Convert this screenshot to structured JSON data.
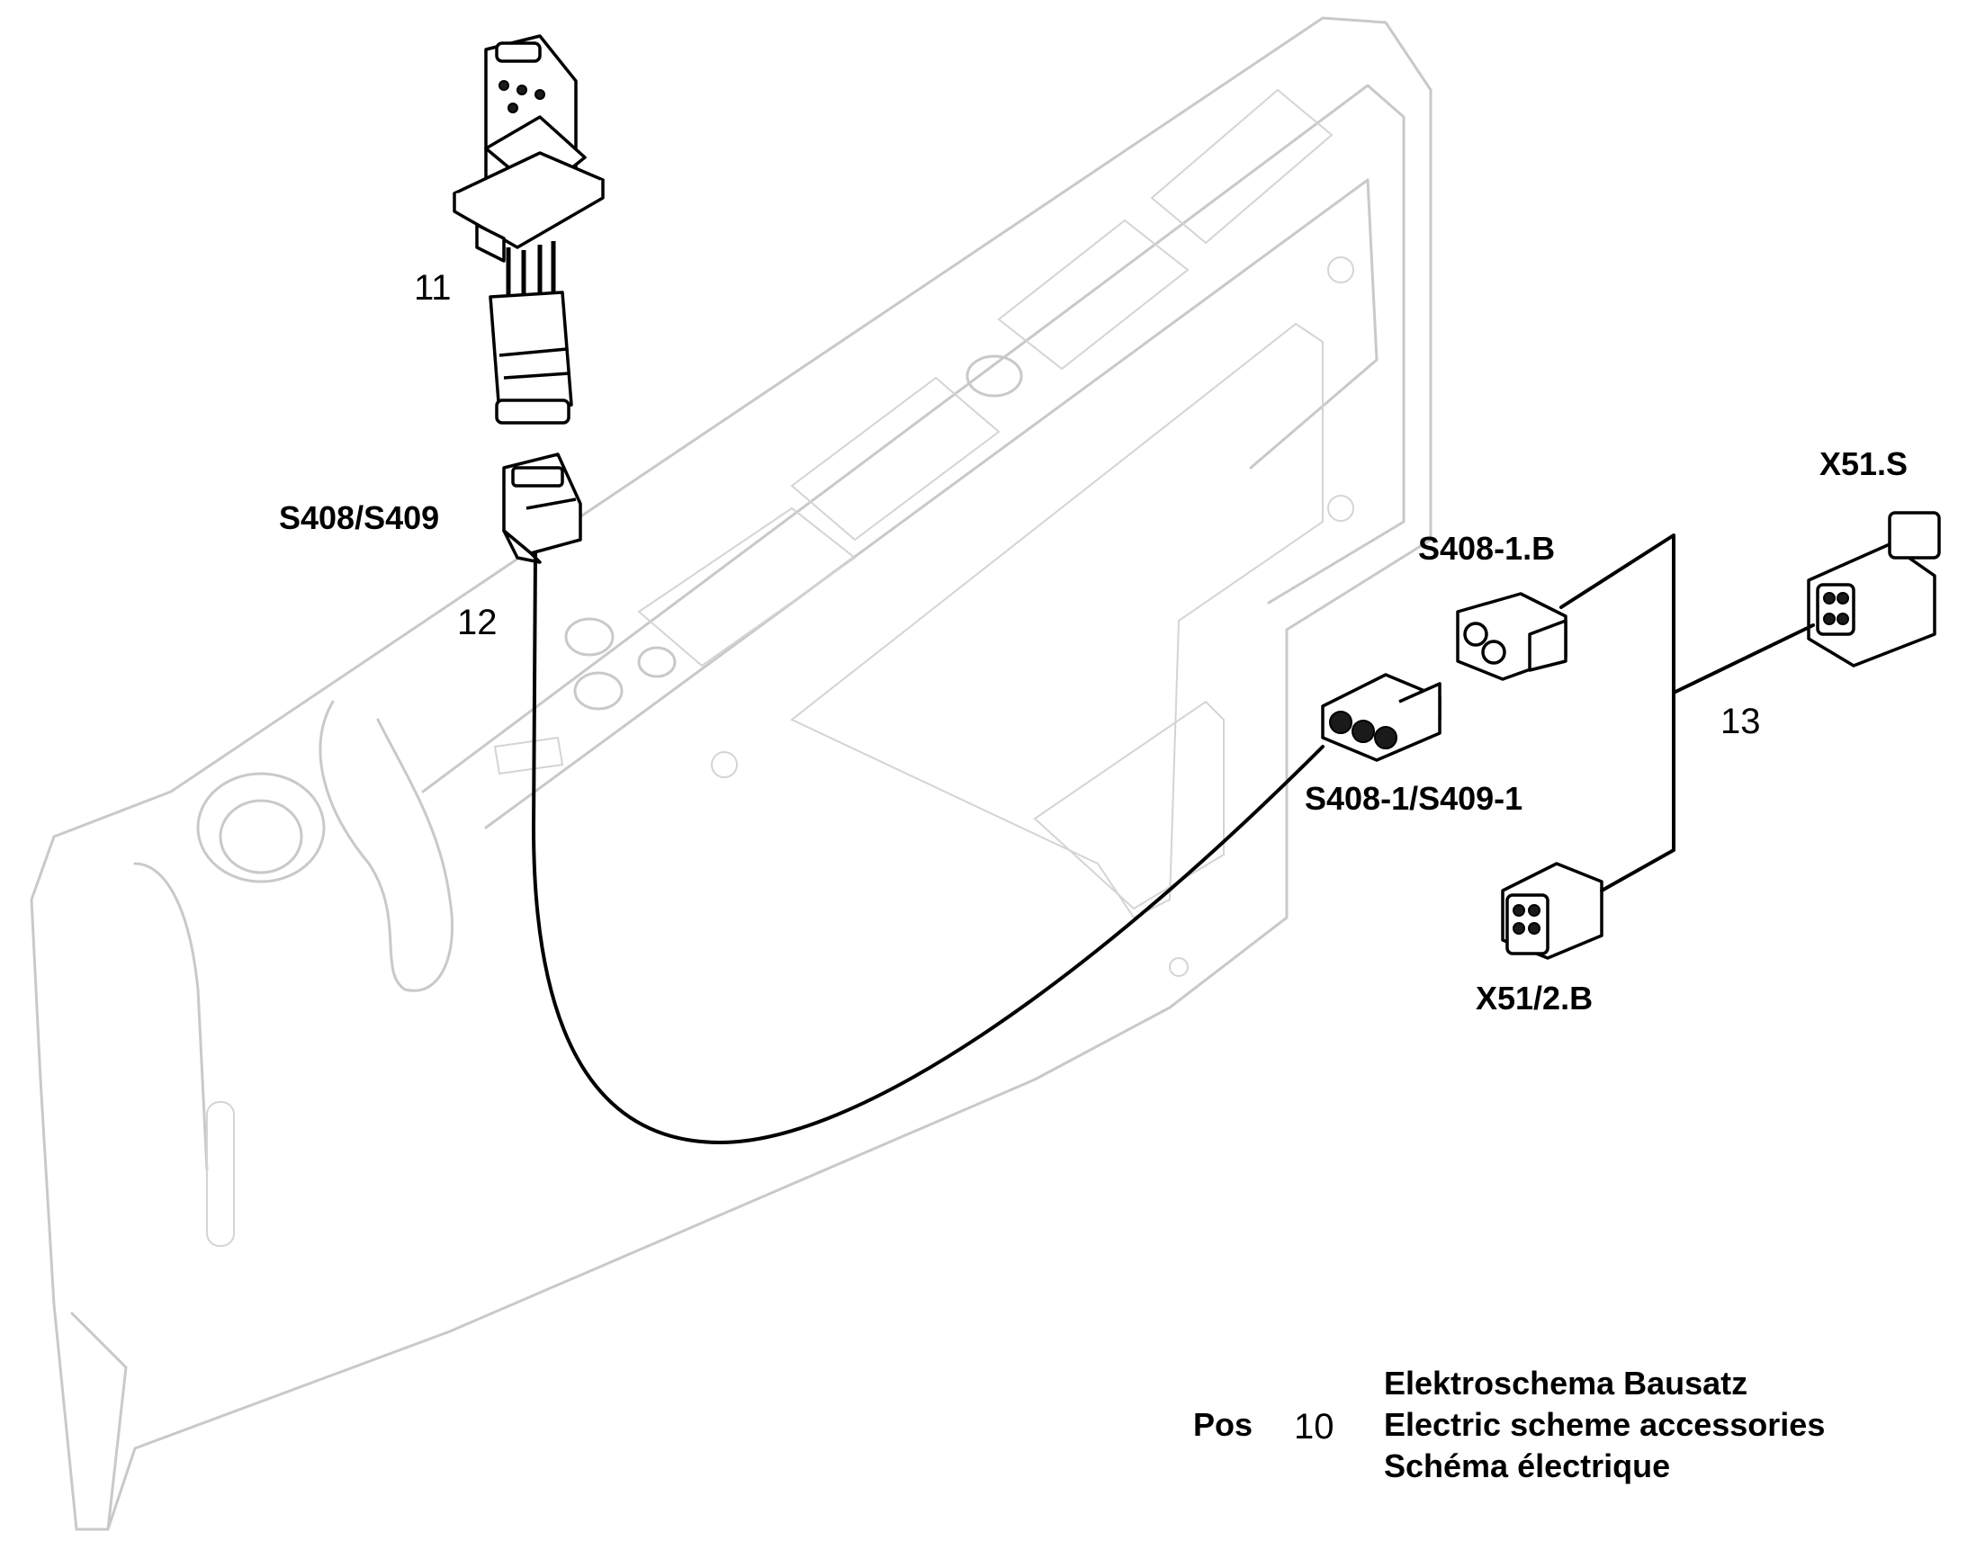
{
  "callouts": {
    "c11": "11",
    "c12": "12",
    "c13": "13"
  },
  "connectors": {
    "s408_s409": "S408/S409",
    "s408_1_b": "S408-1.B",
    "s408_1_s409_1": "S408-1/S409-1",
    "x51_s": "X51.S",
    "x51_2_b": "X51/2.B"
  },
  "caption": {
    "pos_label": "Pos",
    "pos_number": "10",
    "line_de": "Elektroschema Bausatz",
    "line_en": "Electric scheme accessories",
    "line_fr": "Schéma électrique"
  }
}
